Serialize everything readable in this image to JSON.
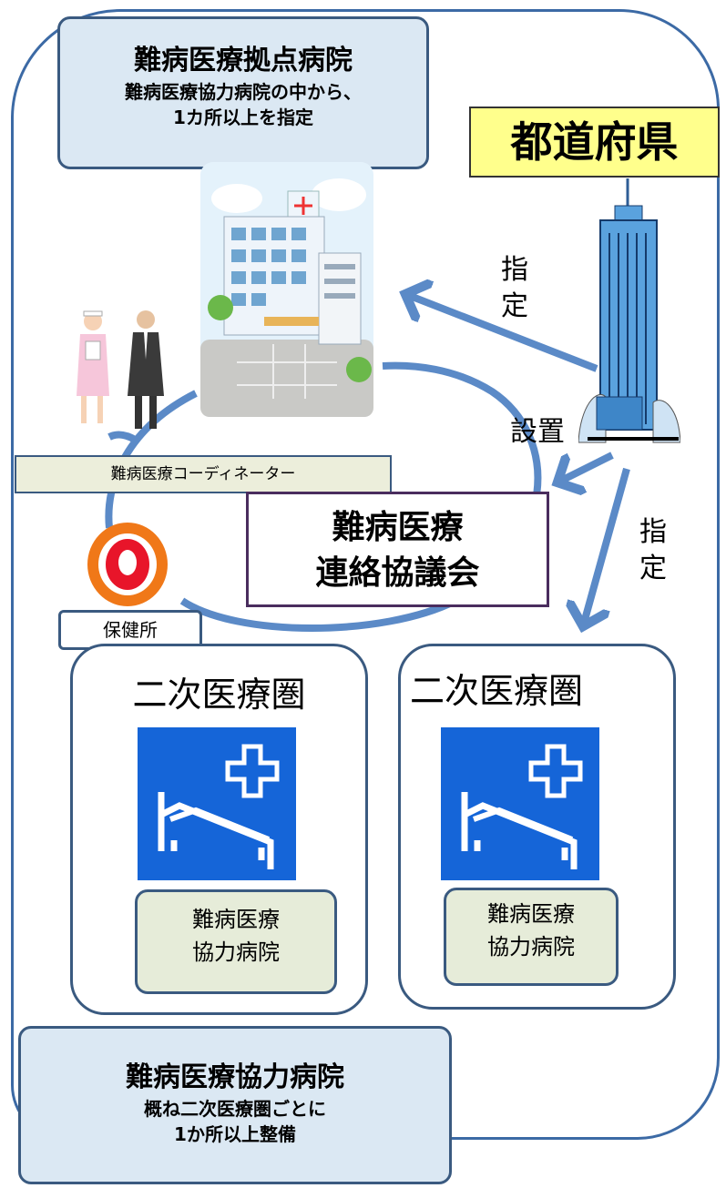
{
  "core_hospital": {
    "title": "難病医療拠点病院",
    "line1": "難病医療協力病院の中から、",
    "line2": "1カ所以上を指定"
  },
  "prefecture": {
    "label": "都道府県"
  },
  "arrows": {
    "designate_top": "指定",
    "designate_right": "指定",
    "establish": "設置"
  },
  "coordinator": {
    "label": "難病医療コーディネーター"
  },
  "council": {
    "line1": "難病医療",
    "line2": "連絡協議会"
  },
  "health_center": {
    "label": "保健所"
  },
  "regions": [
    {
      "title": "二次医療圏",
      "hospital_line1": "難病医療",
      "hospital_line2": "協力病院"
    },
    {
      "title": "二次医療圏",
      "hospital_line1": "難病医療",
      "hospital_line2": "協力病院"
    }
  ],
  "cooperating_hospital": {
    "title": "難病医療協力病院",
    "line1": "概ね二次医療圏ごとに",
    "line2": "1か所以上整備"
  },
  "colors": {
    "arrow": "#5b8ac7",
    "frame": "#3c6aa5",
    "callout_fill": "#dbe8f3",
    "prefecture_fill": "#ffff8c",
    "sign_blue": "#1565d8"
  },
  "icons": [
    "hospital-building-illustration",
    "nurse-figure",
    "doctor-figure",
    "skyscraper-icon",
    "health-center-logo",
    "hospital-bed-sign-icon"
  ]
}
